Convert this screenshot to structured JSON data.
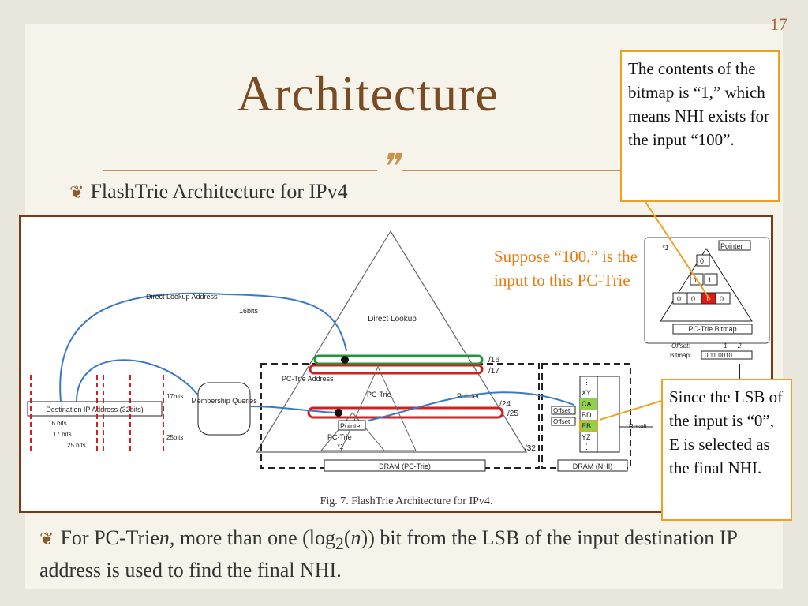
{
  "slide": {
    "number": "17",
    "title": "Architecture",
    "divider_glyph": "❞",
    "bullet_mark": "❦"
  },
  "bullets": [
    {
      "text": "FlashTrie Architecture for IPv4"
    },
    {
      "prefix": "For ",
      "pc": "PC-Trie",
      "n": "n",
      "rest": ", more than one (log",
      "sub": "2",
      "rest2": "(",
      "n2": "n",
      "rest3": ")) bit from the LSB of the input destination IP address is used to find the final NHI."
    }
  ],
  "callouts": {
    "top": "The contents of the bitmap is “1,” which means NHI exists for the input “100”.",
    "right": "Since the LSB of the input is “0”, E is selected as the final NHI."
  },
  "orange_note": "Suppose “100,” is the input to this PC-Trie",
  "figure": {
    "caption": "Fig. 7.    FlashTrie Architecture for IPv4.",
    "labels": {
      "direct_lookup_address": "Direct Lookup Address",
      "bits16": "16bits",
      "direct_lookup": "Direct Lookup",
      "l16": "/16",
      "l17": "/17",
      "l24": "/24",
      "l25": "/25",
      "l32": "/32",
      "pctrie_address": "PC-Trie Address",
      "pc_trie": "PC-Trie",
      "pointer": "Pointer",
      "pointer_box": "Pointer",
      "pctrie_small": "PC-Trie",
      "star1": "*1",
      "dram_pctrie": "DRAM (PC-Trie)",
      "dram_nhi": "DRAM (NHI)",
      "membership": "Membership Queries",
      "dest_ip": "Destination IP Address (32bits)",
      "b16": "16 bits",
      "b17": "17 bits",
      "b25": "25 bits",
      "bits17": "17bits",
      "bits25": "25bits",
      "offset1": "Offset",
      "offset2": "Offset",
      "result": "Result",
      "nhi_rows": [
        "⋮",
        "XY",
        "CA",
        "BD",
        "EB",
        "YZ",
        "⋮"
      ],
      "pointer_top": "Pointer",
      "star_top": "*1",
      "trie_node_root": "0",
      "trie_row2": [
        "1",
        "1"
      ],
      "trie_row3": [
        "0",
        "0",
        "1",
        "0"
      ],
      "pctrie_bitmap": "PC-Trie Bitmap",
      "offset_label": "Offset:",
      "offset_1": "1",
      "offset_2": "2",
      "bitmap_label": "Bitmap:",
      "bitmap_value": "0 11 0010"
    }
  }
}
